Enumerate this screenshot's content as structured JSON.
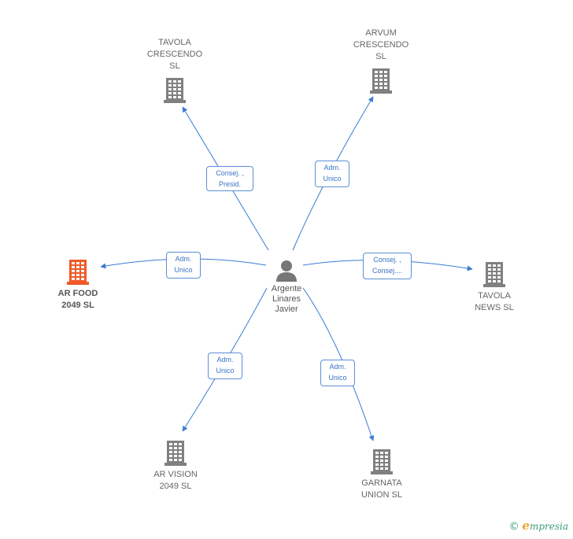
{
  "diagram": {
    "center": {
      "id": "person",
      "label": "Argente\nLinares\nJavier",
      "icon": "person-icon"
    },
    "nodes": [
      {
        "id": "tavola-crescendo",
        "label": "TAVOLA\nCRESCENDO\nSL",
        "icon": "building-icon",
        "color": "#808080",
        "highlighted": false
      },
      {
        "id": "arvum-crescendo",
        "label": "ARVUM\nCRESCENDO\nSL",
        "icon": "building-icon",
        "color": "#808080",
        "highlighted": false
      },
      {
        "id": "ar-food",
        "label": "AR FOOD\n2049  SL",
        "icon": "building-icon",
        "color": "#f05a28",
        "highlighted": true
      },
      {
        "id": "tavola-news",
        "label": "TAVOLA\nNEWS  SL",
        "icon": "building-icon",
        "color": "#808080",
        "highlighted": false
      },
      {
        "id": "ar-vision",
        "label": "AR VISION\n2049  SL",
        "icon": "building-icon",
        "color": "#808080",
        "highlighted": false
      },
      {
        "id": "garnata-union",
        "label": "GARNATA\nUNION  SL",
        "icon": "building-icon",
        "color": "#808080",
        "highlighted": false
      }
    ],
    "edges": [
      {
        "to": "tavola-crescendo",
        "label": "Consej. ,\nPresid."
      },
      {
        "to": "arvum-crescendo",
        "label": "Adm.\nUnico"
      },
      {
        "to": "ar-food",
        "label": "Adm.\nUnico"
      },
      {
        "to": "tavola-news",
        "label": "Consej. ,\nConsej...."
      },
      {
        "to": "ar-vision",
        "label": "Adm.\nUnico"
      },
      {
        "to": "garnata-union",
        "label": "Adm.\nUnico"
      }
    ],
    "edge_color": "#3a7bd5"
  },
  "watermark": {
    "copyright": "©",
    "brand_initial": "e",
    "brand_rest": "mpresia"
  }
}
